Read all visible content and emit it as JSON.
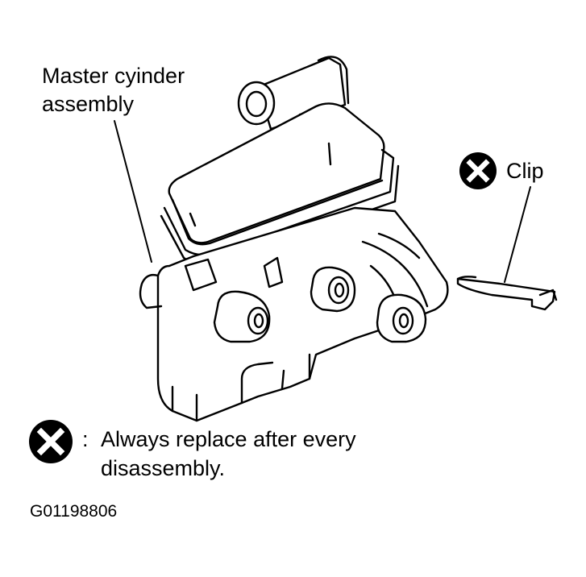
{
  "labels": {
    "master_cylinder_line1": "Master cyinder",
    "master_cylinder_line2": "assembly",
    "clip": "Clip"
  },
  "legend": {
    "separator": ":",
    "line1": "Always replace after every",
    "line2": "disassembly."
  },
  "figure_code": "G01198806",
  "icons": {
    "replace_symbol": "x-circle-icon"
  },
  "colors": {
    "ink": "#000000",
    "paper": "#ffffff"
  }
}
